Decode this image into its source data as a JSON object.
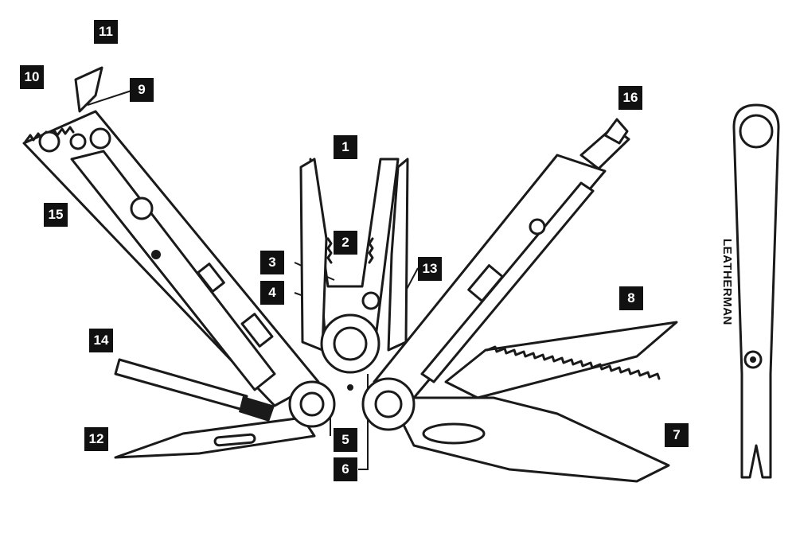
{
  "diagram": {
    "brand_text": "LEATHERMAN",
    "callouts": [
      "1",
      "2",
      "3",
      "4",
      "5",
      "6",
      "7",
      "8",
      "9",
      "10",
      "11",
      "12",
      "13",
      "14",
      "15",
      "16"
    ]
  }
}
